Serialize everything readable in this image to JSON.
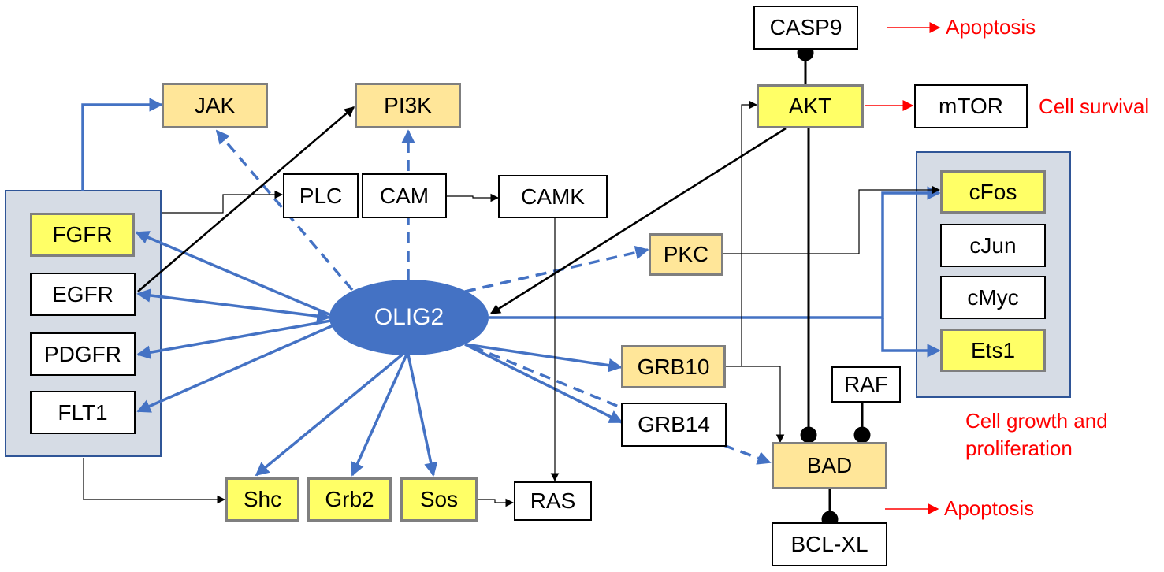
{
  "nodes": {
    "jak": "JAK",
    "pi3k": "PI3K",
    "plc": "PLC",
    "cam": "CAM",
    "camk": "CAMK",
    "fgfr": "FGFR",
    "egfr": "EGFR",
    "pdgfr": "PDGFR",
    "flt1": "FLT1",
    "olig2": "OLIG2",
    "pkc": "PKC",
    "grb10": "GRB10",
    "grb14": "GRB14",
    "shc": "Shc",
    "grb2": "Grb2",
    "sos": "Sos",
    "ras": "RAS",
    "casp9": "CASP9",
    "akt": "AKT",
    "mtor": "mTOR",
    "cfos": "cFos",
    "cjun": "cJun",
    "cmyc": "cMyc",
    "ets1": "Ets1",
    "raf": "RAF",
    "bad": "BAD",
    "bclxl": "BCL-XL"
  },
  "outcomes": {
    "apoptosis_top": "Apoptosis",
    "cell_survival": "Cell survival",
    "growth_line1": "Cell growth and",
    "growth_line2": "proliferation",
    "apoptosis_bottom": "Apoptosis"
  },
  "colors": {
    "blue_edge": "#4472c4",
    "black_edge": "#000000",
    "red_outcome": "#ff0000",
    "yellow_node": "#ffff66",
    "orange_node": "#ffe699",
    "group_fill": "#d6dce5",
    "group_border": "#2f5597"
  }
}
